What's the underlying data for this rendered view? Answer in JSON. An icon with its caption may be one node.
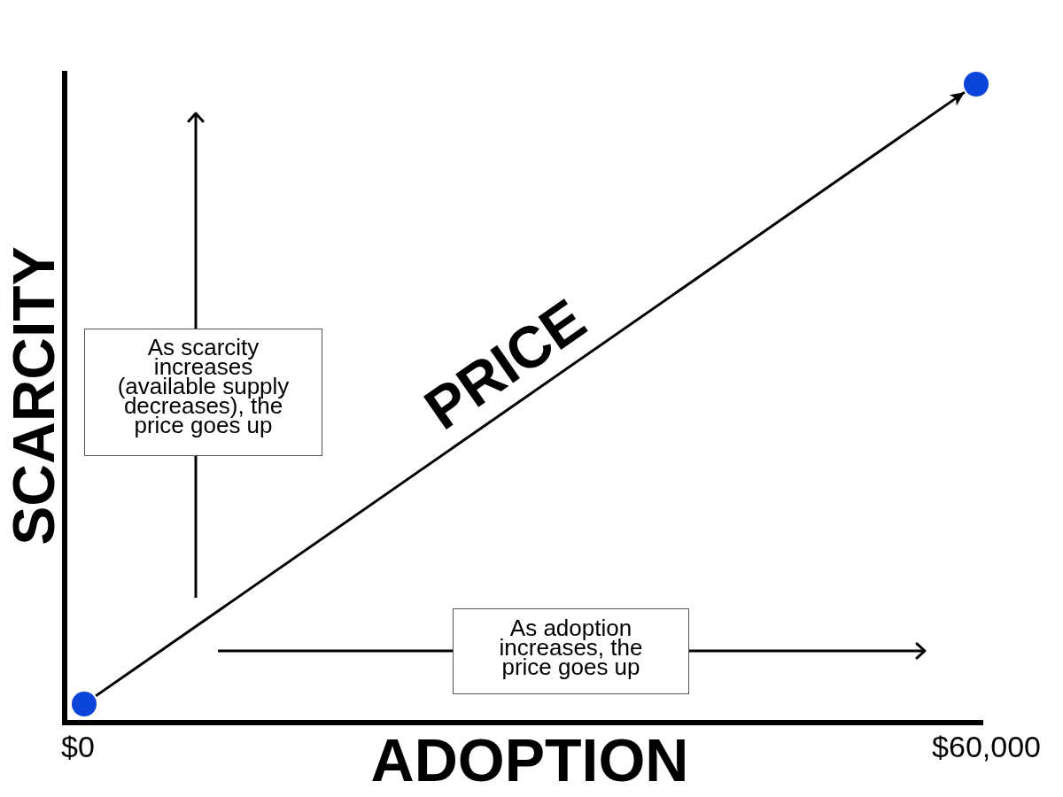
{
  "diagram": {
    "nodes": [
      {
        "text": [],
        "shape": "circle"
      },
      {
        "text": [
          "As scarcity increases (available supply decreases), the price goes up"
        ]
      },
      {
        "text": [
          "As adoption increases, the price goes up"
        ]
      },
      {
        "text": [],
        "shape": "circle"
      }
    ],
    "edges": [
      {
        "from": 3,
        "to": 0,
        "arrow": "to",
        "label": "PRICE"
      }
    ],
    "labels": [
      "SCARCITY",
      "$0",
      "ADOPTION",
      "$60,000"
    ]
  }
}
